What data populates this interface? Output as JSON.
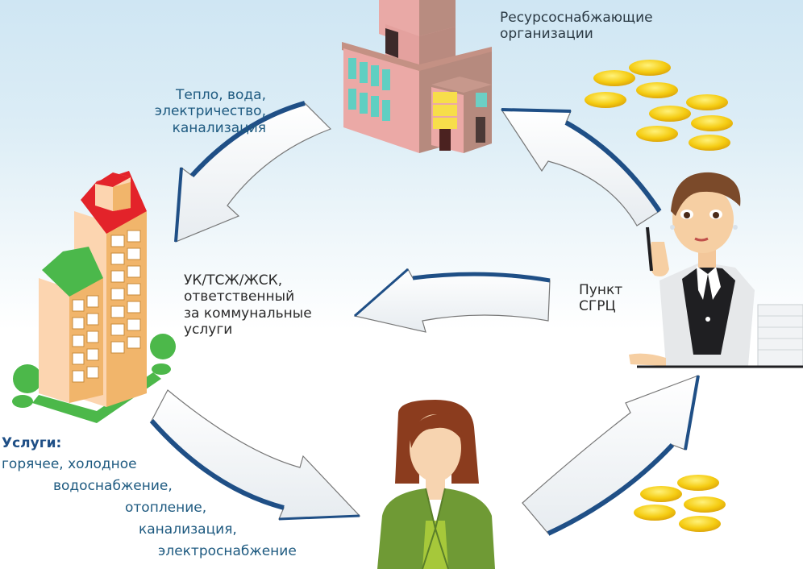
{
  "labels": {
    "resource_orgs": [
      "Ресурсоснабжающие",
      "организации"
    ],
    "utilities_supplied": [
      "Тепло, вода,",
      "электричество,",
      "канализация"
    ],
    "management_company": [
      "УК/ТСЖ/ЖСК,",
      "ответственный",
      "за коммунальные",
      "услуги"
    ],
    "payment_point": [
      "Пункт",
      "СГРЦ"
    ],
    "services_title": "Услуги:",
    "services_list": [
      "горячее, холодное",
      "водоснабжение,",
      "отопление,",
      "канализация,",
      "электроснабжение"
    ]
  },
  "figures": {
    "resource_building": "pink-industrial-building",
    "residential_building": "residential-apartment-building",
    "clerk": "payment-point-clerk",
    "resident": "resident-woman",
    "coins_top_count": 9,
    "coins_bottom_count": 5
  },
  "colors": {
    "arrow_outline": "#1f4f86",
    "text_blue": "#1e5a80",
    "coin": "#f2c10f",
    "building_pink": "#e8a7a4",
    "roof_red": "#e3232a",
    "roof_green": "#4bb84b"
  }
}
